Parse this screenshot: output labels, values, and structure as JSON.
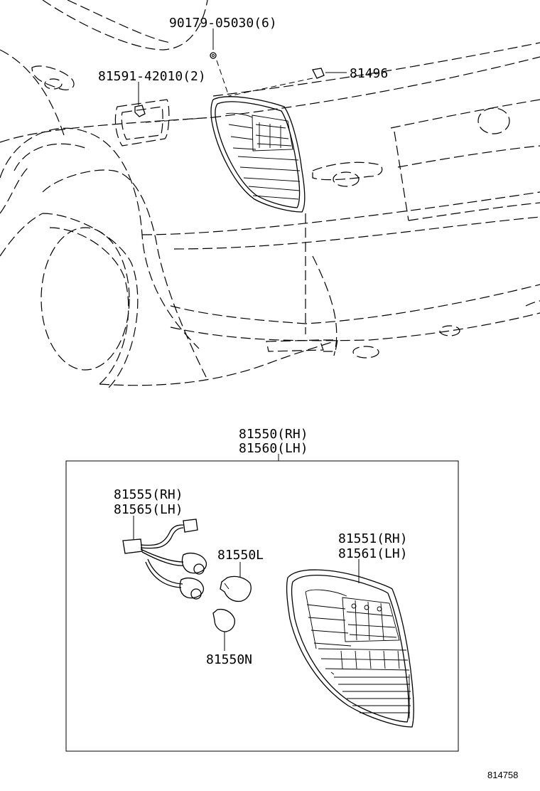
{
  "labels": {
    "bolt": "90179-05030(6)",
    "clip_a": "81591-42010(2)",
    "clip_b": "81496",
    "assy_rh": "81550(RH)",
    "assy_lh": "81560(LH)",
    "socket_rh": "81555(RH)",
    "socket_lh": "81565(LH)",
    "bulb_l": "81550L",
    "bulb_n": "81550N",
    "lens_rh": "81551(RH)",
    "lens_lh": "81561(LH)"
  },
  "diagram_ref": "814758"
}
